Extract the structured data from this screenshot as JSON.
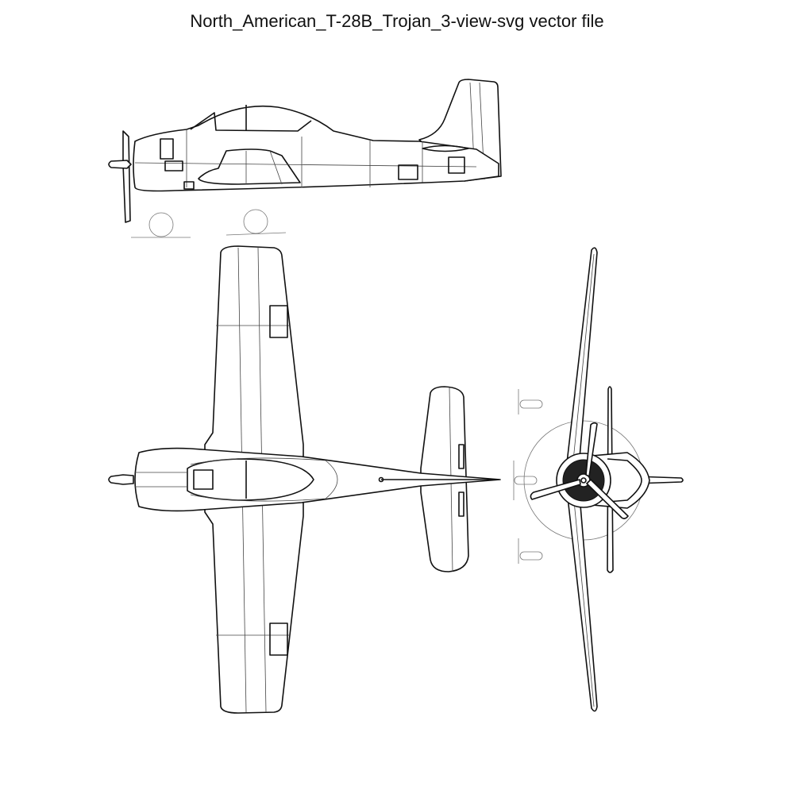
{
  "title": "North_American_T-28B_Trojan_3-view-svg vector file",
  "views": [
    "side-view",
    "top-view",
    "front-view"
  ],
  "colors": {
    "background": "#ffffff",
    "line": "#111111"
  }
}
